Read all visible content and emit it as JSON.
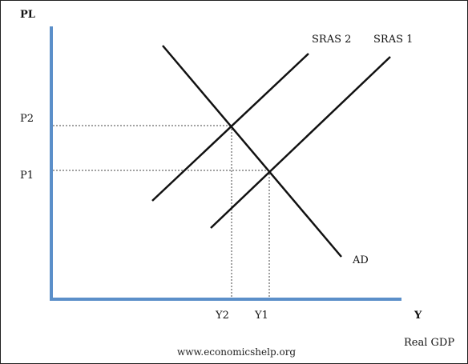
{
  "colors": {
    "axis": "#5b8fc9",
    "curve": "#111111",
    "guide": "#444444"
  },
  "axes": {
    "y_label": "PL",
    "x_label": "Y",
    "x_title": "Real GDP"
  },
  "curves": {
    "sras2_label": "SRAS 2",
    "sras1_label": "SRAS 1",
    "ad_label": "AD"
  },
  "levels": {
    "p2_label": "P2",
    "p1_label": "P1",
    "y2_label": "Y2",
    "y1_label": "Y1"
  },
  "footer": {
    "source": "www.economicshelp.org"
  }
}
